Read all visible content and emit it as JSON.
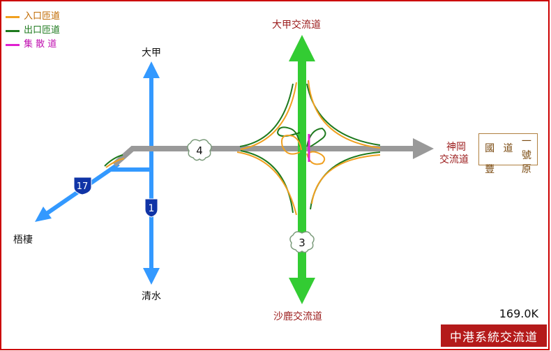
{
  "legend": [
    {
      "label": "入口匝道",
      "color": "#f0a020"
    },
    {
      "label": "出口匝道",
      "color": "#1e7a1e"
    },
    {
      "label": "集 散 道",
      "color": "#e020d0"
    }
  ],
  "labels": {
    "north_destination": "大甲交流道",
    "south_destination": "沙鹿交流道",
    "east_destination_1": "神岡",
    "east_destination_2": "交流道",
    "daja": "大甲",
    "qingshui": "清水",
    "wuqi": "梧棲"
  },
  "route_shields": {
    "freeway_3": "3",
    "expressway_4": "4",
    "provincial_1": "1",
    "provincial_17": "17"
  },
  "sign": [
    "國",
    "道",
    "一",
    "豐",
    "",
    "原",
    "號"
  ],
  "milepost": "169.0K",
  "interchange_name": "中港系統交流道",
  "colors": {
    "freeway_3": "#33cc33",
    "expressway_4": "#999999",
    "provincial": "#3399ff",
    "entrance_ramp": "#f0a020",
    "exit_ramp": "#1e7a1e",
    "collector": "#e020d0",
    "frame": "#cc0000",
    "title_bg": "#b41a1a"
  }
}
